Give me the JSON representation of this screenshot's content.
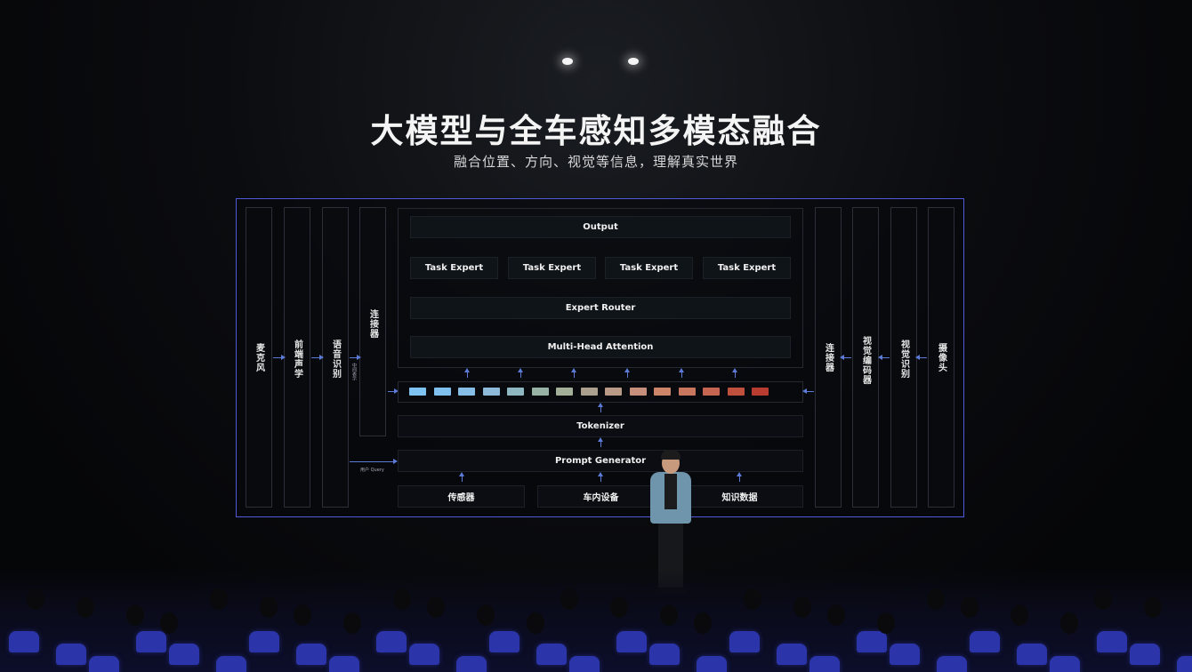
{
  "slide": {
    "title": "大模型与全车感知多模态融合",
    "subtitle": "融合位置、方向、视觉等信息，理解真实世界"
  },
  "diagram": {
    "left_columns": [
      "麦克风",
      "前端声学",
      "语音识别",
      "连接器"
    ],
    "right_columns": [
      "连接器",
      "视觉编码器",
      "视觉识别",
      "摄像头"
    ],
    "small_labels": {
      "middle_note": "中间表示",
      "user_query": "用户 Query"
    },
    "output": "Output",
    "task_experts": [
      "Task Expert",
      "Task Expert",
      "Task Expert",
      "Task Expert"
    ],
    "expert_router": "Expert Router",
    "attention": "Multi-Head Attention",
    "tokenizer": "Tokenizer",
    "prompt_generator": "Prompt Generator",
    "inputs": [
      "传感器",
      "车内设备",
      "知识数据"
    ],
    "token_colors": [
      "#7fc3f2",
      "#80c0ee",
      "#86bde6",
      "#8cbad8",
      "#8eb7c1",
      "#98b3a6",
      "#a3af98",
      "#ab9f8d",
      "#b89a86",
      "#c58f7b",
      "#cc8569",
      "#c8765e",
      "#c46451",
      "#c0503e",
      "#b83c2f"
    ]
  }
}
